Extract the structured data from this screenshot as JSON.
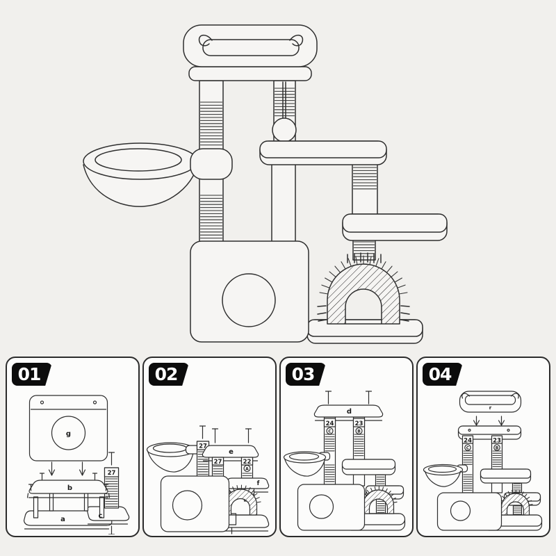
{
  "colors": {
    "background": "#f1f0ed",
    "line_art": "#2e2e2e",
    "panel_background": "#fcfcfb",
    "panel_border": "#2b2b2b",
    "badge_background": "#0c0c0c",
    "badge_text": "#ffffff"
  },
  "steps": [
    {
      "number": "01",
      "labels": {
        "cube": "g",
        "platform": "b",
        "base": "a",
        "post_base": "c",
        "post": "27"
      }
    },
    {
      "number": "02",
      "labels": {
        "hammock_post": "27",
        "middle_post": "27",
        "right_post": "22",
        "right_post_ring": "A",
        "board": "e",
        "small_platform": "f"
      }
    },
    {
      "number": "03",
      "labels": {
        "top_board": "d",
        "left_post": "24",
        "left_post_ring": "C",
        "right_post": "23",
        "right_post_ring": "B"
      }
    },
    {
      "number": "04",
      "labels": {
        "top_bed": "r",
        "left_post": "24",
        "left_post_ring": "C",
        "right_post": "23",
        "right_post_ring": "B"
      }
    }
  ]
}
